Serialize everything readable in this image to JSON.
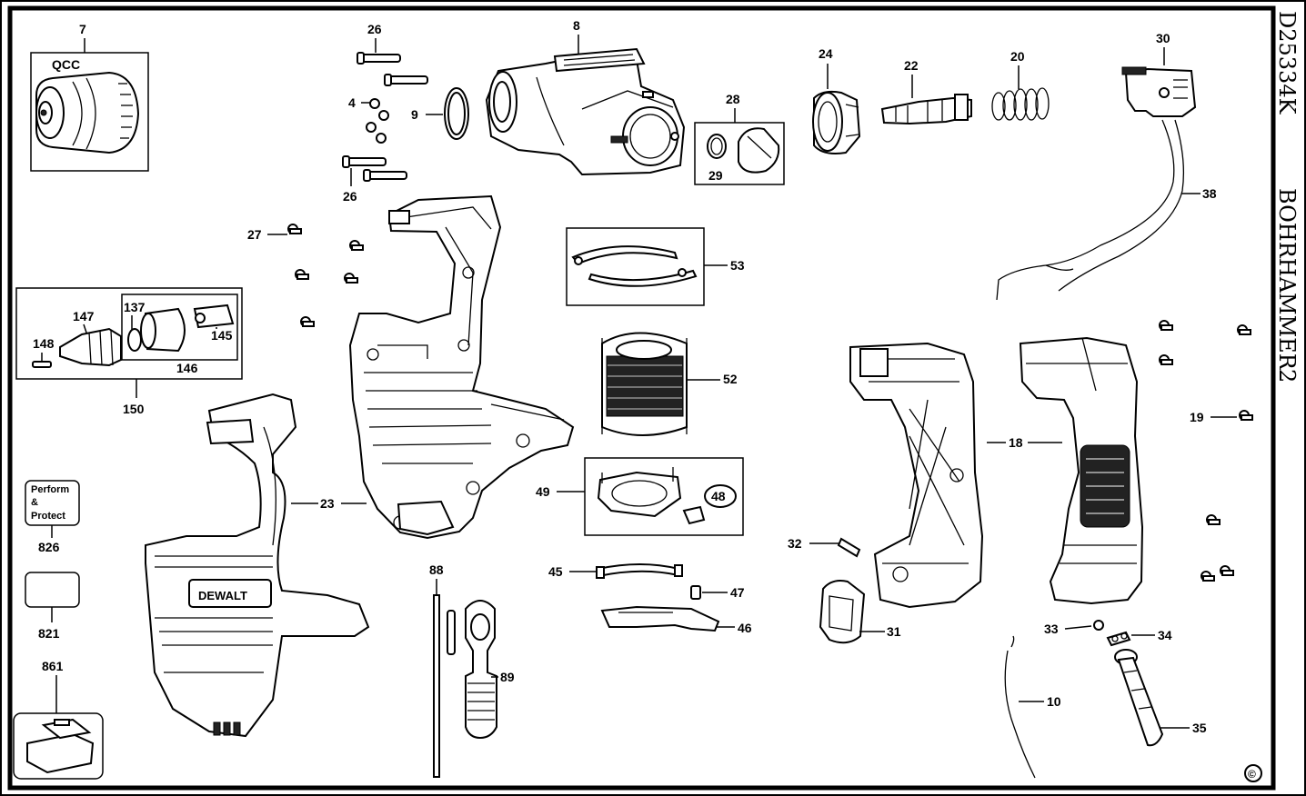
{
  "title": "D25334K",
  "subtitle": "BOHRHAMMER",
  "sheet_number": "2",
  "copyright_symbol": "©",
  "callouts": {
    "p7": "7",
    "qcc": "QCC",
    "p26a": "26",
    "p26b": "26",
    "p4": "4",
    "p9": "9",
    "p8": "8",
    "p28": "28",
    "p29": "29",
    "p24": "24",
    "p22": "22",
    "p20": "20",
    "p30": "30",
    "p38": "38",
    "p27": "27",
    "p53": "53",
    "p52": "52",
    "p49": "49",
    "p48": "48",
    "p23": "23",
    "p150": "150",
    "p147": "147",
    "p137": "137",
    "p148": "148",
    "p145": "145",
    "p146": "146",
    "p826": "826",
    "p821": "821",
    "p861": "861",
    "p88": "88",
    "p89": "89",
    "p45": "45",
    "p47": "47",
    "p46": "46",
    "p32": "32",
    "p31": "31",
    "p18": "18",
    "p19": "19",
    "p33": "33",
    "p34": "34",
    "p10": "10",
    "p35": "35"
  },
  "badge": {
    "line1": "Perform",
    "line2": "&",
    "line3": "Protect"
  },
  "brand": "DEWALT"
}
